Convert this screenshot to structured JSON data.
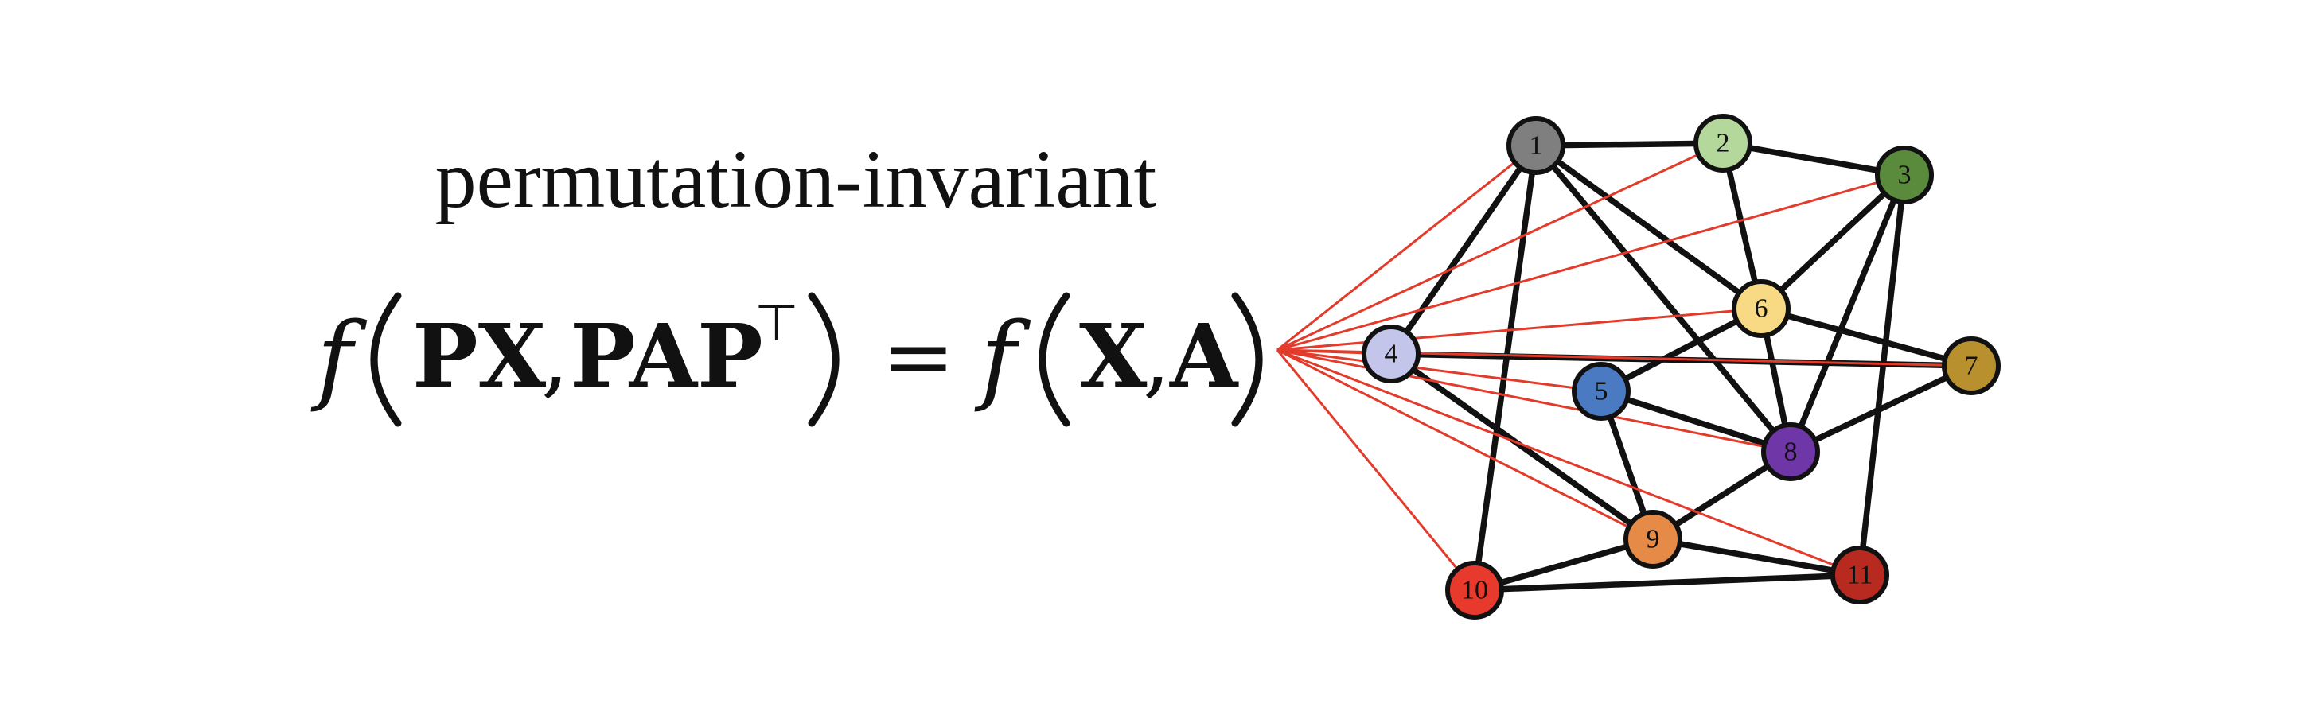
{
  "title": "permutation-invariant",
  "equation": {
    "lhs_func": "f",
    "lhs_arg1": "PX",
    "lhs_sep": ",",
    "lhs_arg2": "PAP",
    "lhs_sup": "⊤",
    "equals": "=",
    "rhs_func": "f",
    "rhs_arg1": "X",
    "rhs_sep": ",",
    "rhs_arg2": "A"
  },
  "graph": {
    "nodes": [
      {
        "id": "1",
        "color": "#7f7f7f"
      },
      {
        "id": "2",
        "color": "#b4d79b"
      },
      {
        "id": "3",
        "color": "#5a8a3c"
      },
      {
        "id": "4",
        "color": "#c3c6ea"
      },
      {
        "id": "5",
        "color": "#4a7ac2"
      },
      {
        "id": "6",
        "color": "#f7da83"
      },
      {
        "id": "7",
        "color": "#b8912e"
      },
      {
        "id": "8",
        "color": "#6f36a8"
      },
      {
        "id": "9",
        "color": "#e58a47"
      },
      {
        "id": "10",
        "color": "#e8392d"
      },
      {
        "id": "11",
        "color": "#b82a20"
      }
    ],
    "edges": [
      [
        "1",
        "2"
      ],
      [
        "1",
        "4"
      ],
      [
        "1",
        "10"
      ],
      [
        "1",
        "6"
      ],
      [
        "1",
        "8"
      ],
      [
        "2",
        "3"
      ],
      [
        "2",
        "6"
      ],
      [
        "3",
        "6"
      ],
      [
        "3",
        "8"
      ],
      [
        "3",
        "11"
      ],
      [
        "4",
        "7"
      ],
      [
        "4",
        "9"
      ],
      [
        "5",
        "6"
      ],
      [
        "5",
        "8"
      ],
      [
        "5",
        "9"
      ],
      [
        "6",
        "8"
      ],
      [
        "6",
        "7"
      ],
      [
        "7",
        "8"
      ],
      [
        "8",
        "9"
      ],
      [
        "9",
        "10"
      ],
      [
        "9",
        "11"
      ],
      [
        "10",
        "11"
      ]
    ],
    "link_targets": [
      "1",
      "2",
      "3",
      "6",
      "7",
      "4",
      "5",
      "8",
      "9",
      "11",
      "10"
    ],
    "link_color": "#e33b2b"
  }
}
